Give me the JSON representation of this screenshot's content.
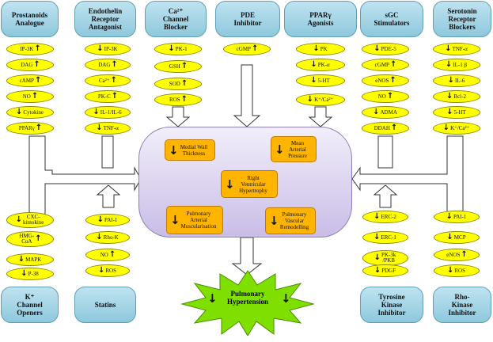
{
  "columns": [
    {
      "header": "Prostanoids\nAnalogue",
      "factors": [
        {
          "label": "IP-3K",
          "dir": "up"
        },
        {
          "label": "DAG",
          "dir": "up"
        },
        {
          "label": "cAMP",
          "dir": "up"
        },
        {
          "label": "NO",
          "dir": "up"
        },
        {
          "label": "Cytokine",
          "dir": "down"
        },
        {
          "label": "PPARγ",
          "dir": "up"
        }
      ]
    },
    {
      "header": "Endothelin\nReceptor\nAntagonist",
      "factors": [
        {
          "label": "IP-3K",
          "dir": "down"
        },
        {
          "label": "DAG",
          "dir": "up"
        },
        {
          "label": "Ca²⁺",
          "dir": "up"
        },
        {
          "label": "PK-C",
          "dir": "up"
        },
        {
          "label": "IL-1/IL-6",
          "dir": "down"
        },
        {
          "label": "TNF-α",
          "dir": "down"
        }
      ]
    },
    {
      "header": "Ca²⁺\nChannel\nBlocker",
      "factors": [
        {
          "label": "PK-1",
          "dir": "down"
        },
        {
          "label": "GSH",
          "dir": "up"
        },
        {
          "label": "SOD",
          "dir": "up"
        },
        {
          "label": "ROS",
          "dir": "up"
        }
      ]
    },
    {
      "header": "PDE\nInhibitor",
      "factors": [
        {
          "label": "cGMP",
          "dir": "up"
        }
      ]
    },
    {
      "header": "PPARγ\nAgonists",
      "factors": [
        {
          "label": "PK",
          "dir": "down"
        },
        {
          "label": "PK-α",
          "dir": "down"
        },
        {
          "label": "5-HT",
          "dir": "down"
        },
        {
          "label": "K⁺/Ca²⁺",
          "dir": "down"
        }
      ]
    },
    {
      "header": "sGC\nStimulators",
      "factors": [
        {
          "label": "PDE-5",
          "dir": "down"
        },
        {
          "label": "cGMP",
          "dir": "up"
        },
        {
          "label": "eNOS",
          "dir": "up"
        },
        {
          "label": "NO",
          "dir": "up"
        },
        {
          "label": "ADMA",
          "dir": "down"
        },
        {
          "label": "DDAH",
          "dir": "up"
        }
      ]
    },
    {
      "header": "Serotonin\nReceptor\nBlockers",
      "factors": [
        {
          "label": "TNF-α",
          "dir": "down"
        },
        {
          "label": "IL-1 β",
          "dir": "down"
        },
        {
          "label": "IL-6",
          "dir": "down"
        },
        {
          "label": "Bcl-2",
          "dir": "down"
        },
        {
          "label": "5-HT",
          "dir": "down"
        },
        {
          "label": "K⁺/Ca²⁺",
          "dir": "down"
        }
      ]
    }
  ],
  "bottom_columns": [
    {
      "header": "K⁺\nChannel\nOpeners",
      "factors": [
        {
          "label": "CXC-\nkimokine",
          "dir": "down"
        },
        {
          "label": "HMG-\nCoA",
          "dir": "up"
        },
        {
          "label": "MAPK",
          "dir": "down"
        },
        {
          "label": "P-38",
          "dir": "down"
        }
      ]
    },
    {
      "header": "Statins",
      "factors": [
        {
          "label": "PAI-1",
          "dir": "down"
        },
        {
          "label": "Rho-K",
          "dir": "down"
        },
        {
          "label": "NO",
          "dir": "up"
        },
        {
          "label": "ROS",
          "dir": "down"
        }
      ]
    },
    {
      "header": "Tyrosine\nKinase\nInhibitor",
      "factors": [
        {
          "label": "ERC-2",
          "dir": "down"
        },
        {
          "label": "ERC-1",
          "dir": "down"
        },
        {
          "label": "PK-3k\n/PKB",
          "dir": "down"
        },
        {
          "label": "PDGF",
          "dir": "down"
        }
      ]
    },
    {
      "header": "Rho-\nKinase\nInhibitor",
      "factors": [
        {
          "label": "PAI-1",
          "dir": "down"
        },
        {
          "label": "MCP",
          "dir": "down"
        },
        {
          "label": "eNOS",
          "dir": "up"
        },
        {
          "label": "ROS",
          "dir": "down"
        }
      ]
    }
  ],
  "center_outcomes": [
    {
      "label": "Medial Wall\nThickness",
      "dir": "down"
    },
    {
      "label": "Mean\nArterial\nPressure",
      "dir": "down"
    },
    {
      "label": "Right\nVentricular\nHypertrophy",
      "dir": "down"
    },
    {
      "label": "Pulmonary\nArterial\nMuscularisation",
      "dir": "down"
    },
    {
      "label": "Pulmonary\nVascular\nRemodelling",
      "dir": "down"
    }
  ],
  "result": {
    "label": "Pulmonary\nHypertension",
    "dir": "down"
  },
  "colors": {
    "header_fill": "#a7d6e8",
    "oval_fill": "#ffff00",
    "outcome_fill": "#ffb400",
    "center_fill": "#dcd3f0",
    "star_fill": "#7fe000"
  }
}
